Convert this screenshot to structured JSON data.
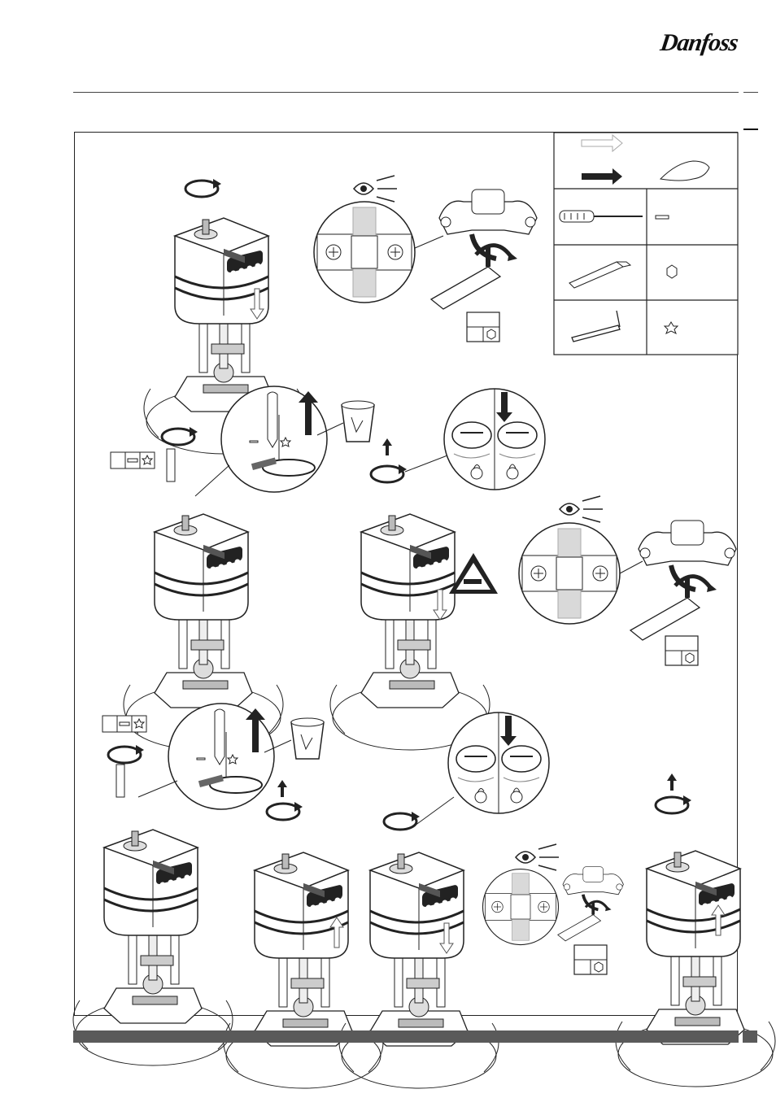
{
  "brand": {
    "name": "Danfoss"
  },
  "tools": [
    {
      "name": "screwdriver",
      "symbol": "slot"
    },
    {
      "name": "hex-key",
      "symbol": "hexagon"
    },
    {
      "name": "torx-key",
      "symbol": "star"
    }
  ],
  "legend": {
    "light_arrow": "manual-movement",
    "dark_arrow": "motor-movement",
    "hand": "hand-icon"
  },
  "icons": [
    "eye-icon",
    "rotate-arrow-icon",
    "lock-icon",
    "unlock-icon",
    "trash-icon",
    "warning-hand-crush-icon"
  ],
  "colors": {
    "line": "#222222",
    "bar": "#5a5a5a",
    "shade": "#d9d9d9",
    "dark": "#333333"
  }
}
